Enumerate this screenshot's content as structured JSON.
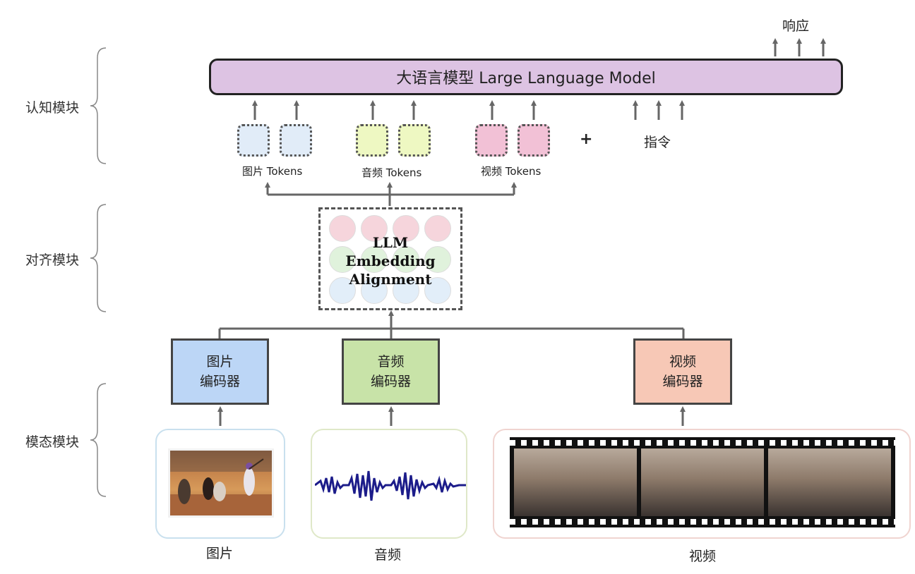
{
  "sections": {
    "cognitive": "认知模块",
    "alignment": "对齐模块",
    "modality": "模态模块"
  },
  "llm": {
    "label": "大语言模型 Large Language Model",
    "response": "响应"
  },
  "tokens": {
    "image": "图片 Tokens",
    "audio": "音频 Tokens",
    "video": "视频 Tokens",
    "plus": "+",
    "instruction": "指令"
  },
  "alignment_box": {
    "line1": "LLM",
    "line2": "Embedding",
    "line3": "Alignment"
  },
  "encoders": {
    "image": [
      "图片",
      "编码器"
    ],
    "audio": [
      "音频",
      "编码器"
    ],
    "video": [
      "视频",
      "编码器"
    ]
  },
  "modalities": {
    "image": "图片",
    "audio": "音频",
    "video": "视频"
  },
  "colors": {
    "llm_fill": "#ddc3e3",
    "image_token": "#e1ecf8",
    "audio_token": "#eef8c2",
    "video_token": "#f2c1d6",
    "image_encoder": "#bcd6f6",
    "audio_encoder": "#c8e3a8",
    "video_encoder": "#f7c8b6",
    "arrow": "#666666"
  }
}
